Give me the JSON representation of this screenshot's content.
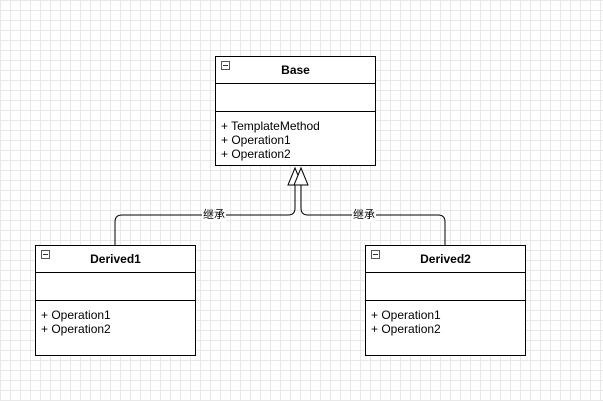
{
  "classes": {
    "base": {
      "name": "Base",
      "operations": [
        "+ TemplateMethod",
        "+ Operation1",
        "+ Operation2"
      ]
    },
    "derived1": {
      "name": "Derived1",
      "operations": [
        "+ Operation1",
        "+ Operation2"
      ]
    },
    "derived2": {
      "name": "Derived2",
      "operations": [
        "+ Operation1",
        "+ Operation2"
      ]
    }
  },
  "edges": {
    "derived1_to_base": {
      "label": "继承",
      "kind": "generalization"
    },
    "derived2_to_base": {
      "label": "继承",
      "kind": "generalization"
    }
  }
}
